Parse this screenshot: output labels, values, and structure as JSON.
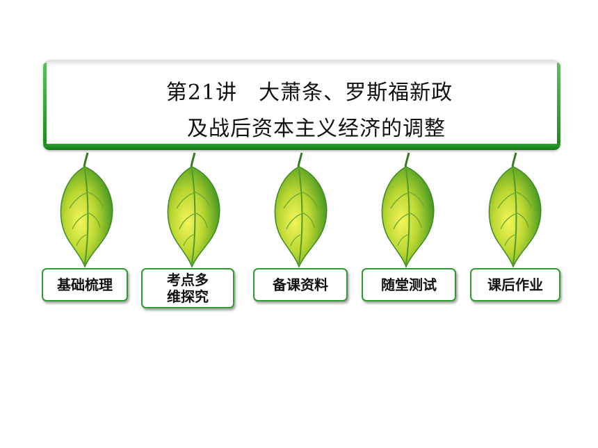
{
  "title": {
    "line1": "第21讲　大萧条、罗斯福新政",
    "line2": "及战后资本主义经济的调整"
  },
  "colors": {
    "banner_green": "#1d8a1d",
    "leaf_light": "#eef24a",
    "leaf_dark": "#2e8a1e",
    "button_border": "#2f9a2f"
  },
  "nav": {
    "items": [
      {
        "label": "基础梳理"
      },
      {
        "label_line1": "考点多",
        "label_line2": "维探究"
      },
      {
        "label": "备课资料"
      },
      {
        "label": "随堂测试"
      },
      {
        "label": "课后作业"
      }
    ]
  }
}
